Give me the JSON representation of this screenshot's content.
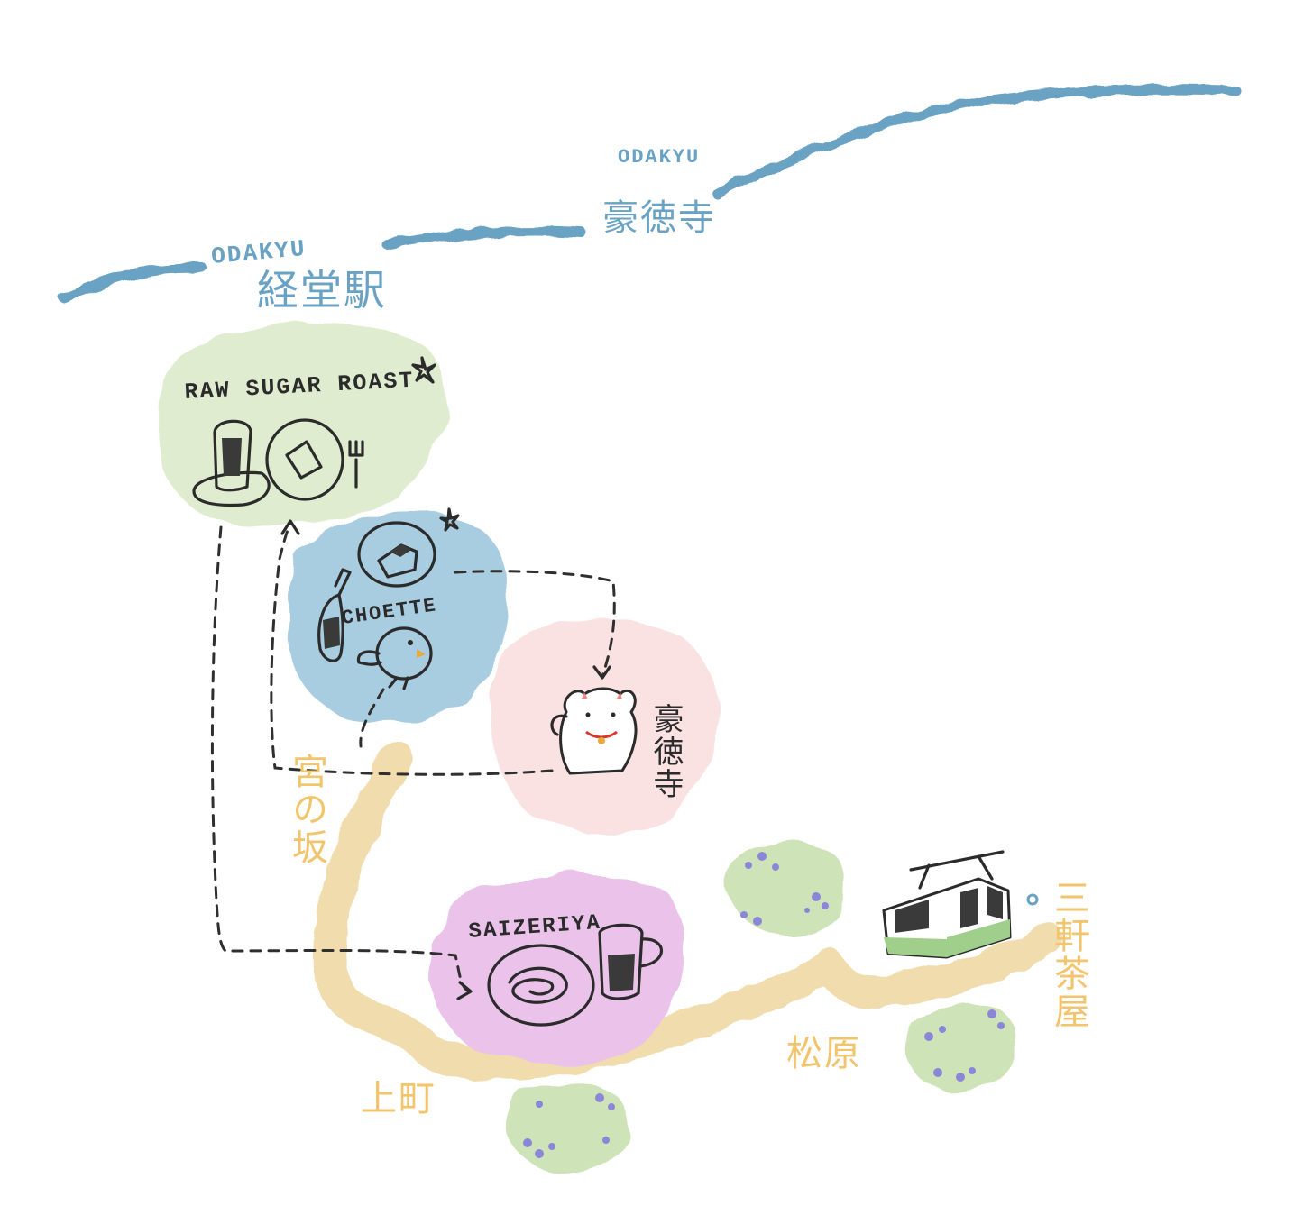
{
  "map": {
    "rail_line": {
      "color": "#6aa2c4",
      "stations": [
        {
          "operator": "ODAKYU",
          "name": "経堂駅"
        },
        {
          "operator": "ODAKYU",
          "name": "豪徳寺"
        }
      ]
    },
    "walking_road": {
      "color": "#f1dcae",
      "stops": [
        "宮の坂",
        "上町",
        "松原",
        "三軒茶屋"
      ]
    },
    "places": [
      {
        "id": "raw-sugar-roast",
        "name": "RAW SUGAR ROAST",
        "color": "#dfeccf"
      },
      {
        "id": "choette",
        "name": "CHOETTE",
        "color": "#a9cde0"
      },
      {
        "id": "gotokuji-temple",
        "name": "豪徳寺",
        "color": "#fbe2e2"
      },
      {
        "id": "saizeriya",
        "name": "SAIZERIYA",
        "color": "#ebc3ea"
      }
    ],
    "route_color": "#2f2f2f",
    "tram_color": "#9fcf8a",
    "bush_color": "#cfe3b8",
    "flower_color": "#8c86d8"
  }
}
